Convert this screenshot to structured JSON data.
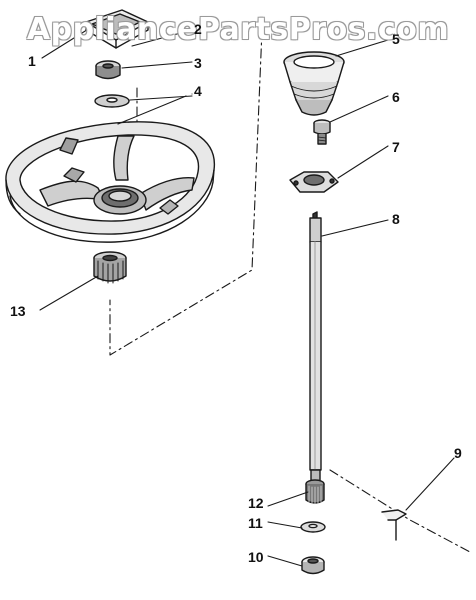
{
  "watermark": "AppliancePartsPros.com",
  "callouts": [
    "1",
    "2",
    "3",
    "4",
    "5",
    "6",
    "7",
    "8",
    "9",
    "10",
    "11",
    "12",
    "13"
  ],
  "colors": {
    "ink": "#1a1a1a",
    "shade": "#9c9c9c",
    "light": "#d6d6d6",
    "watermark_outline": "#9a9a9a"
  }
}
